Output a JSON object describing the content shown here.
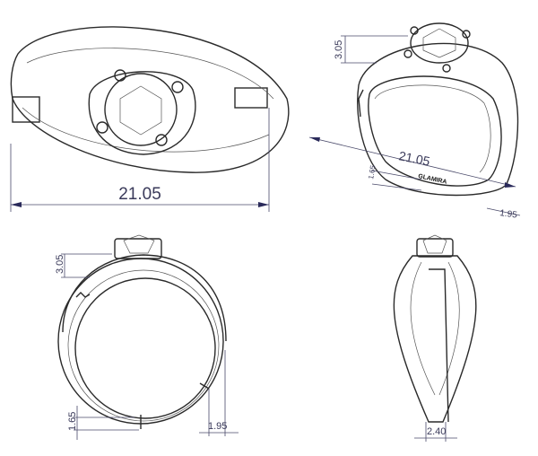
{
  "title": "Ring technical drawing",
  "views": {
    "top": {
      "width_label": "21.05"
    },
    "perspective": {
      "height_label": "3.05",
      "width_label": "21.05",
      "thickness_label": "1.65",
      "band_label": "1.95",
      "engraving": "GLAMIRA"
    },
    "front": {
      "height_label": "3.05",
      "thickness_label": "1.65",
      "band_label": "1.95"
    },
    "side": {
      "width_label": "2.40"
    }
  },
  "colors": {
    "line": "#2a2a2a",
    "dimension": "#3a3a5a"
  }
}
